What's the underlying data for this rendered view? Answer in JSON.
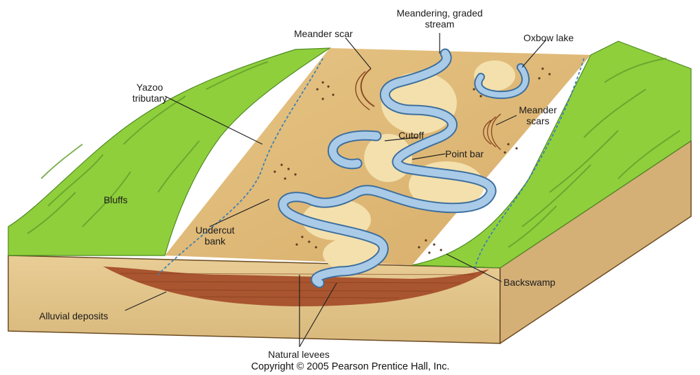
{
  "diagram": {
    "labels": {
      "meandering_stream_line1": "Meandering, graded",
      "meandering_stream_line2": "stream",
      "meander_scar": "Meander scar",
      "oxbow_lake": "Oxbow lake",
      "yazoo_line1": "Yazoo",
      "yazoo_line2": "tributary",
      "meander_scars_line1": "Meander",
      "meander_scars_line2": "scars",
      "cutoff": "Cutoff",
      "point_bar": "Point bar",
      "bluffs": "Bluffs",
      "undercut_line1": "Undercut",
      "undercut_line2": "bank",
      "backswamp": "Backswamp",
      "alluvial_deposits": "Alluvial deposits",
      "natural_levees": "Natural levees"
    },
    "copyright": "Copyright © 2005 Pearson Prentice Hall, Inc.",
    "colors": {
      "bluff_green": "#8fcf3c",
      "bluff_dark": "#5f9e2a",
      "floodplain": "#e0bb7a",
      "levee_sand": "#f4e2b0",
      "water": "#a9cbe8",
      "water_edge": "#3d6f9e",
      "block_side": "#e3c790",
      "alluvium": "#a5532f"
    }
  }
}
